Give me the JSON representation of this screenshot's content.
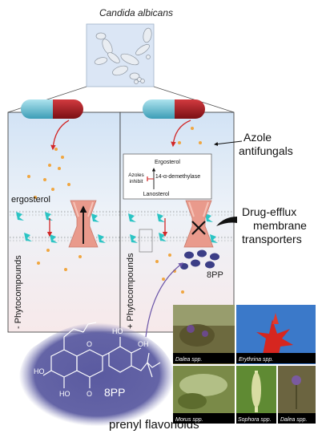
{
  "title": "Candida albicans",
  "panels": {
    "left_label": "- Phytocompounds",
    "right_label": "+ Phytocompounds"
  },
  "labels": {
    "ergosterol": "ergosterol",
    "azole_line1": "Azole",
    "azole_line2": "antifungals",
    "efflux_line1": "Drug-efflux",
    "efflux_line2": "membrane",
    "efflux_line3": "transporters",
    "compound_8pp": "8PP",
    "molecule_label": "8PP",
    "prenyl": "prenyl flavonoids"
  },
  "pathway": {
    "top": "Ergosterol",
    "enzyme": "14-α-demethylase",
    "inhibit_line1": "Azoles",
    "inhibit_line2": "inhibit",
    "bottom": "Lanosterol"
  },
  "photos": [
    {
      "caption": "Dalea spp.",
      "color": "#6d6a3f"
    },
    {
      "caption": "Erythrina spp.",
      "color": "#3b79c9"
    },
    {
      "caption": "Morus spp.",
      "color": "#7a8a48"
    },
    {
      "caption": "Sophora spp.",
      "color": "#5f8a33"
    },
    {
      "caption": "Dalea spp.",
      "color": "#6b6440"
    }
  ],
  "colors": {
    "capsule_cyan": "#5fb9cf",
    "capsule_red": "#a3161c",
    "transporter": "#e99a8c",
    "lipid_head": "#2bc4c4",
    "drug_dot": "#f0a640",
    "compound": "#3c3e86",
    "molecule_bg": "#5a5aa0"
  }
}
